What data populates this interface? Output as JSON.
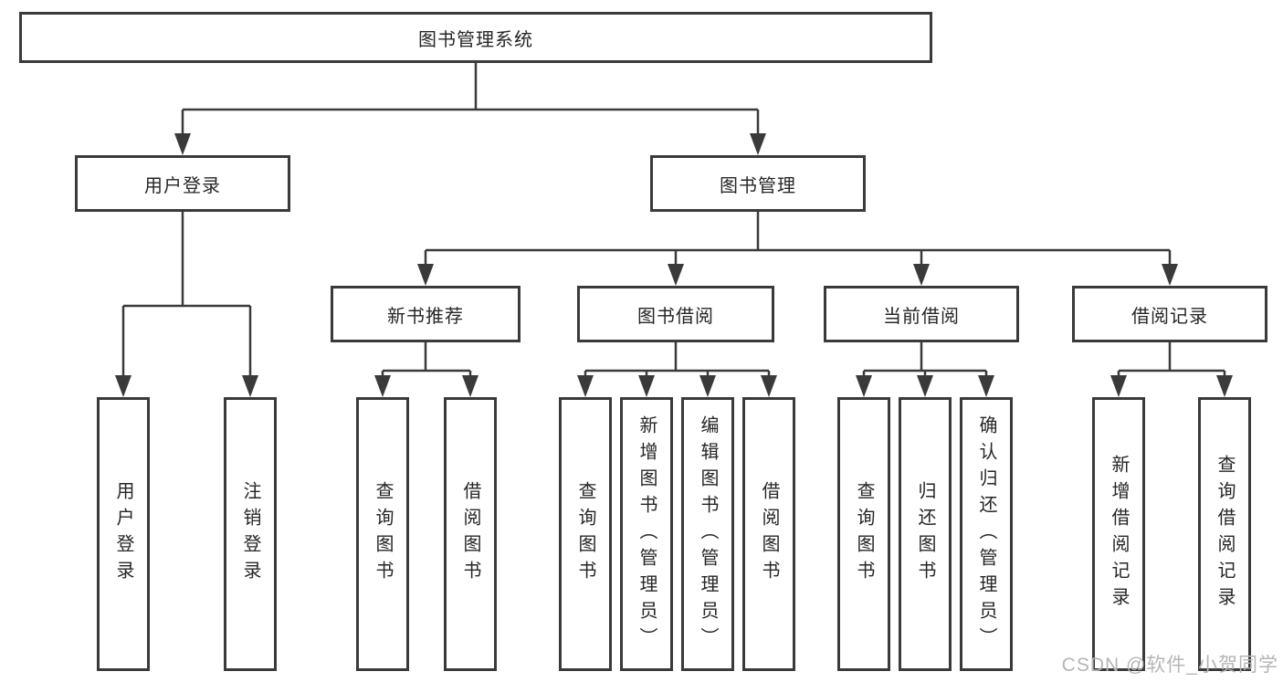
{
  "colors": {
    "line": "#3a3a3a",
    "text": "#262626",
    "box_fill": "#ffffff",
    "watermark": "#b5b5b5",
    "background": "#ffffff"
  },
  "watermark": {
    "text": "CSDN @软件_小贺同学"
  },
  "diagram": {
    "type": "hierarchy-tree",
    "root": {
      "label": "图书管理系统",
      "children": [
        {
          "label": "用户登录",
          "children": [
            {
              "label": "用户登录"
            },
            {
              "label": "注销登录"
            }
          ]
        },
        {
          "label": "图书管理",
          "children": [
            {
              "label": "新书推荐",
              "children": [
                {
                  "label": "查询图书"
                },
                {
                  "label": "借阅图书"
                }
              ]
            },
            {
              "label": "图书借阅",
              "children": [
                {
                  "label": "查询图书"
                },
                {
                  "label": "新增图书（管理员）"
                },
                {
                  "label": "编辑图书（管理员）"
                },
                {
                  "label": "借阅图书"
                }
              ]
            },
            {
              "label": "当前借阅",
              "children": [
                {
                  "label": "查询图书"
                },
                {
                  "label": "归还图书"
                },
                {
                  "label": "确认归还（管理员）"
                }
              ]
            },
            {
              "label": "借阅记录",
              "children": [
                {
                  "label": "新增借阅记录"
                },
                {
                  "label": "查询借阅记录"
                }
              ]
            }
          ]
        }
      ]
    }
  }
}
